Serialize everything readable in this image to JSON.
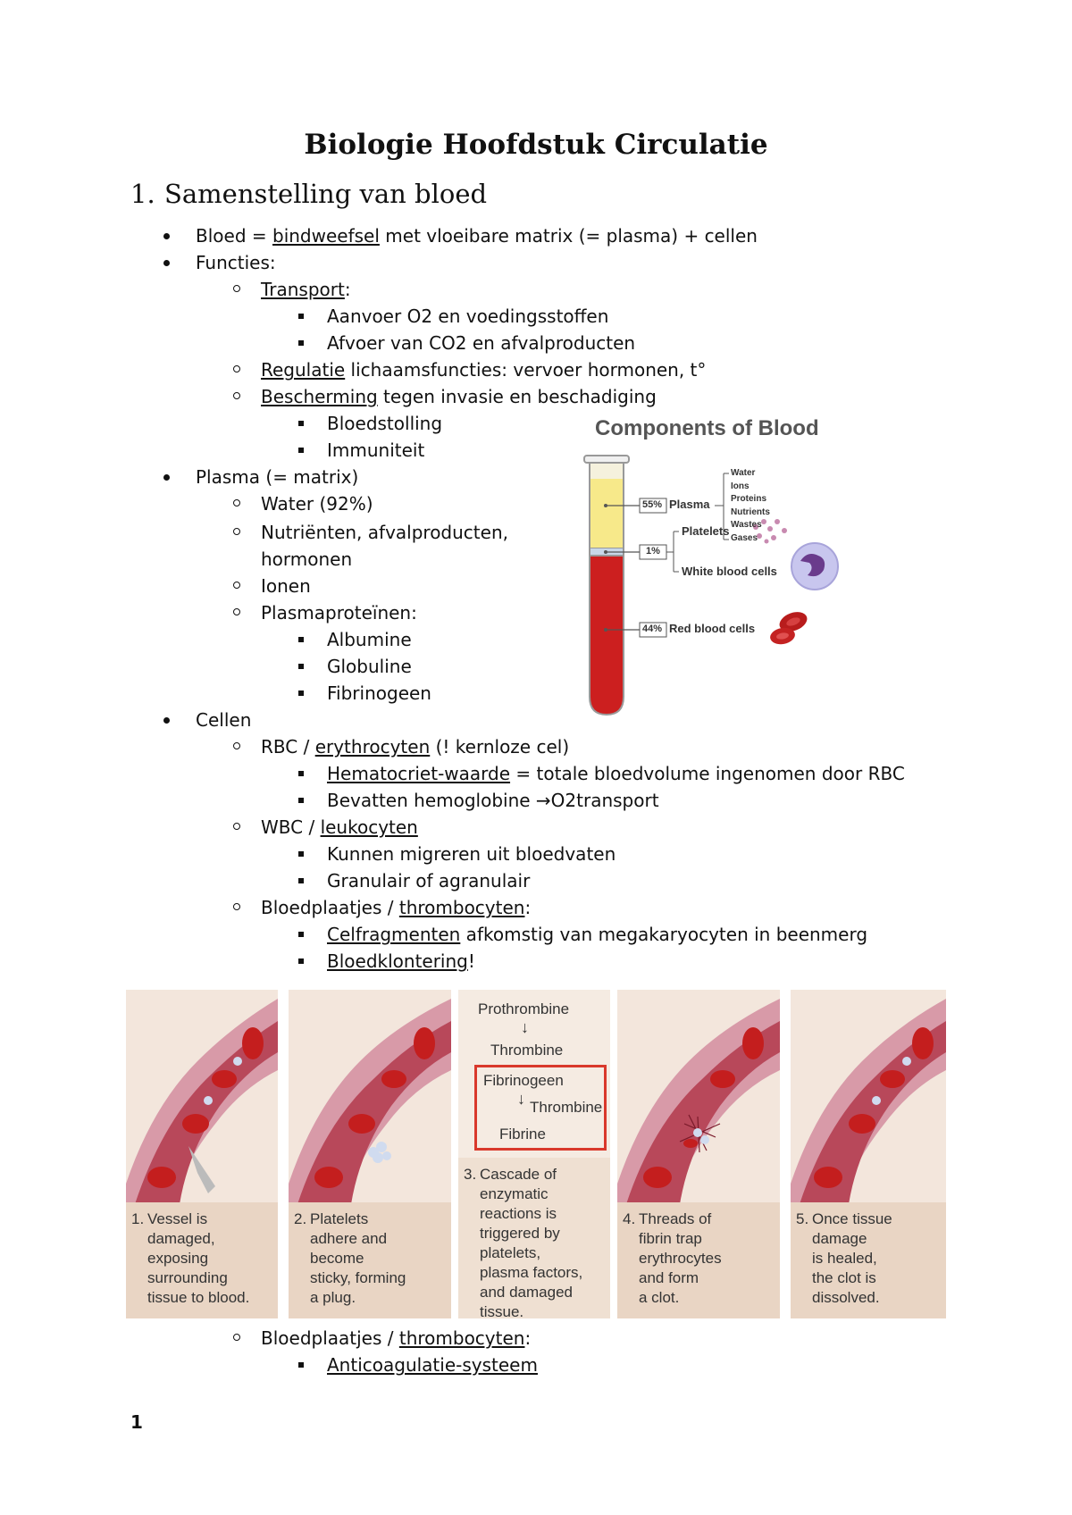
{
  "title": "Biologie Hoofdstuk Circulatie",
  "section": {
    "number": "1.",
    "title": "Samenstelling van bloed"
  },
  "lines": {
    "l1_a": "Bloed = ",
    "l1_u": "bindweefsel",
    "l1_b": " met vloeibare matrix (= plasma) + cellen",
    "l2": "Functies:",
    "l3_u": "Transport",
    "l3_b": ":",
    "l4": "Aanvoer O2 en voedingsstoffen",
    "l5": "Afvoer van CO2 en afvalproducten",
    "l6_u": "Regulatie",
    "l6_b": " lichaamsfuncties: vervoer hormonen, t°",
    "l7_u": "Bescherming",
    "l7_b": " tegen invasie en beschadiging",
    "l8": "Bloedstolling",
    "l9": "Immuniteit",
    "l10": "Plasma (= matrix)",
    "l11": "Water (92%)",
    "l12": "Nutriënten, afvalproducten,",
    "l13": "hormonen",
    "l14": "Ionen",
    "l15": "Plasmaproteïnen:",
    "l16": "Albumine",
    "l17": "Globuline",
    "l18": "Fibrinogeen",
    "l19": "Cellen",
    "l20_a": "RBC / ",
    "l20_u": "erythrocyten",
    "l20_b": " (! kernloze cel)",
    "l21_u": "Hematocriet-waarde",
    "l21_b": " = totale bloedvolume ingenomen door RBC",
    "l22": "Bevatten hemoglobine →O2transport",
    "l23_a": "WBC / ",
    "l23_u": "leukocyten",
    "l24": "Kunnen migreren uit bloedvaten",
    "l25": "Granulair of agranulair",
    "l26_a": "Bloedplaatjes / ",
    "l26_u": "thrombocyten",
    "l26_b": ":",
    "l27_u": "Celfragmenten",
    "l27_b": " afkomstig van megakaryocyten in beenmerg",
    "l28_u": "Bloedklontering",
    "l28_b": "!",
    "l29_a": "Bloedplaatjes / ",
    "l29_u": "thrombocyten",
    "l29_b": ":",
    "l30_u": "Anticoagulatie-systeem"
  },
  "blood_figure": {
    "title": "Components of Blood",
    "plasma_pct": "55%",
    "plasma_label": "Plasma",
    "plasma_items": [
      "Water",
      "Ions",
      "Proteins",
      "Nutrients",
      "Wastes",
      "Gases"
    ],
    "buffy_pct": "1%",
    "platelets_label": "Platelets",
    "wbc_label": "White blood cells",
    "rbc_pct": "44%",
    "rbc_label": "Red blood cells"
  },
  "clotting": {
    "steps": [
      {
        "num": "1.",
        "text": "Vessel is\ndamaged,\nexposing\nsurrounding\ntissue to blood."
      },
      {
        "num": "2.",
        "text": "Platelets\nadhere and\nbecome\nsticky, forming\na plug."
      },
      {
        "num": "3.",
        "text": "Cascade of\nenzymatic\nreactions is\ntriggered by\nplatelets,\nplasma factors,\nand damaged\ntissue."
      },
      {
        "num": "4.",
        "text": "Threads of\nfibrin trap\nerythrocytes\nand form\na clot."
      },
      {
        "num": "5.",
        "text": "Once tissue\ndamage\nis healed,\nthe clot is\ndissolved."
      }
    ],
    "cascade": {
      "prothrombine": "Prothrombine",
      "thrombine": "Thrombine",
      "fibrinogeen": "Fibrinogeen",
      "thrombine_enzyme": "Thrombine",
      "fibrine": "Fibrine"
    },
    "highlight_color": "#d9382b"
  },
  "page_number": "1"
}
